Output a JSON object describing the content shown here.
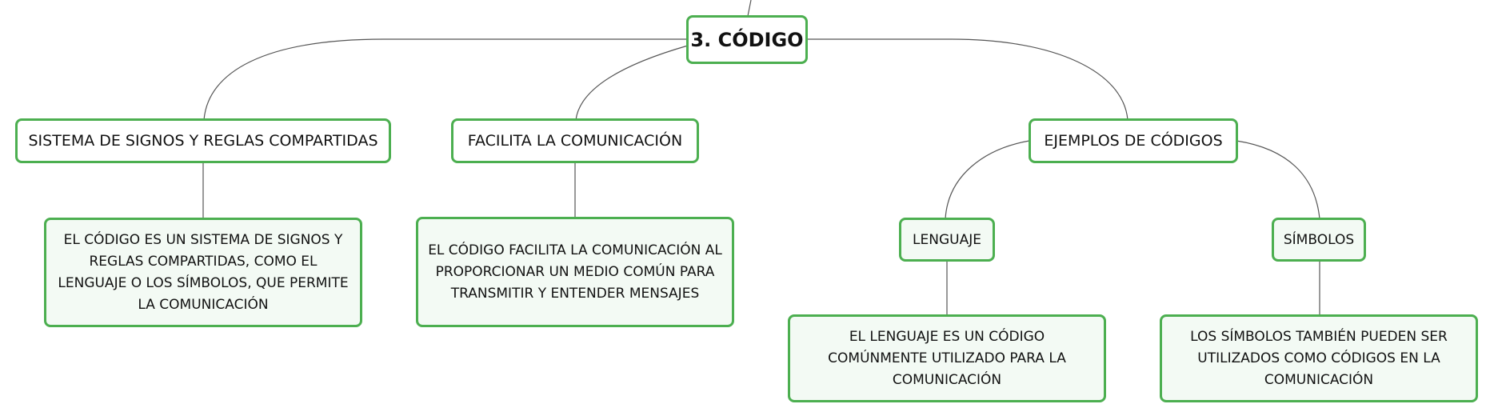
{
  "root": {
    "label": "3. CÓDIGO"
  },
  "branches": [
    {
      "label": "SISTEMA DE SIGNOS Y REGLAS COMPARTIDAS",
      "detail": "EL CÓDIGO ES UN SISTEMA DE SIGNOS Y REGLAS COMPARTIDAS, COMO EL LENGUAJE O LOS SÍMBOLOS, QUE PERMITE LA COMUNICACIÓN"
    },
    {
      "label": "FACILITA LA COMUNICACIÓN",
      "detail": "EL CÓDIGO FACILITA LA COMUNICACIÓN AL PROPORCIONAR UN MEDIO COMÚN PARA TRANSMITIR Y ENTENDER MENSAJES"
    },
    {
      "label": "EJEMPLOS DE CÓDIGOS",
      "children": [
        {
          "label": "LENGUAJE",
          "detail": "EL LENGUAJE ES UN CÓDIGO COMÚNMENTE UTILIZADO PARA LA COMUNICACIÓN"
        },
        {
          "label": "SÍMBOLOS",
          "detail": "LOS SÍMBOLOS TAMBIÉN PUEDEN SER UTILIZADOS COMO CÓDIGOS EN LA COMUNICACIÓN"
        }
      ]
    }
  ],
  "colors": {
    "node_border": "#4caf50",
    "detail_fill": "#f3faf4",
    "edge": "#555555"
  }
}
